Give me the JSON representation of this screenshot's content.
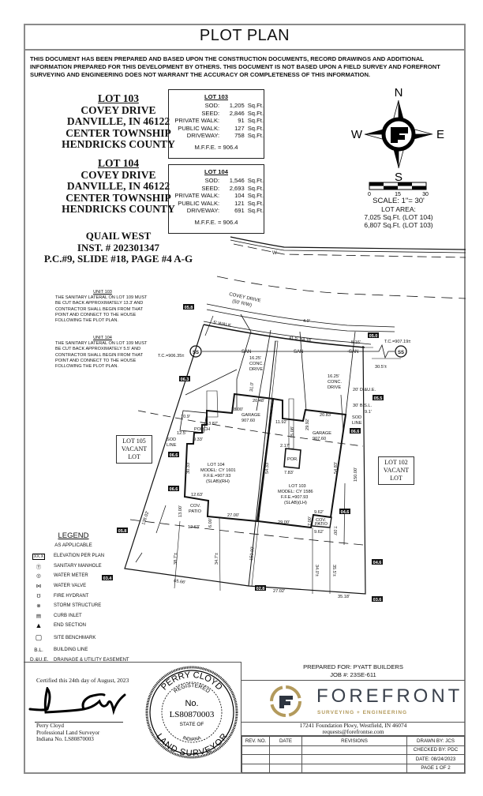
{
  "title": "PLOT PLAN",
  "disclaimer": "THIS DOCUMENT HAS BEEN PREPARED AND BASED UPON THE CONSTRUCTION DOCUMENTS, RECORD DRAWINGS AND ADDITIONAL INFORMATION PREPARED FOR THIS DEVELOPMENT BY OTHERS. THIS DOCUMENT IS NOT BASED UPON A FIELD SURVEY AND FOREFRONT SURVEYING AND ENGINEERING DOES NOT WARRANT THE ACCURACY OR COMPLETENESS OF THIS INFORMATION.",
  "addresses": [
    {
      "lot": "LOT 103",
      "street": "COVEY DRIVE",
      "city": "DANVILLE, IN 46122",
      "township": "CENTER TOWNSHIP",
      "county": "HENDRICKS COUNTY"
    },
    {
      "lot": "LOT 104",
      "street": "COVEY DRIVE",
      "city": "DANVILLE, IN 46122",
      "township": "CENTER TOWNSHIP",
      "county": "HENDRICKS COUNTY"
    }
  ],
  "lot_tables": [
    {
      "title": "LOT 103",
      "unit": "Sq.Ft.",
      "rows": [
        {
          "k": "SOD:",
          "v": "1,205"
        },
        {
          "k": "SEED:",
          "v": "2,846"
        },
        {
          "k": "PRIVATE WALK:",
          "v": "91"
        },
        {
          "k": "PUBLIC WALK:",
          "v": "127"
        },
        {
          "k": "DRIVEWAY:",
          "v": "758"
        }
      ],
      "mffe": "M.F.F.E. = 906.4"
    },
    {
      "title": "LOT 104",
      "unit": "Sq.Ft.",
      "rows": [
        {
          "k": "SOD:",
          "v": "1,546"
        },
        {
          "k": "SEED:",
          "v": "2,693"
        },
        {
          "k": "PRIVATE WALK:",
          "v": "104"
        },
        {
          "k": "PUBLIC WALK:",
          "v": "121"
        },
        {
          "k": "DRIVEWAY:",
          "v": "691"
        }
      ],
      "mffe": "M.F.F.E. = 906.4"
    }
  ],
  "subdivision": {
    "name": "QUAIL WEST",
    "inst": "INST. # 202301347",
    "plat": "P.C.#9, SLIDE #18, PAGE #4 A-G"
  },
  "notes": [
    {
      "title": "UNIT 103",
      "text": "THE SANITARY LATERAL ON LOT 109 MUST BE CUT BACK APPROXIMATELY 13.3' AND CONTRACTOR SHALL BEGIN FROM THAT POINT AND CONNECT TO THE HOUSE FOLLOWING THE PLOT PLAN."
    },
    {
      "title": "UNIT 104",
      "text": "THE SANITARY LATERAL ON LOT 109 MUST BE CUT BACK APPROXIMATELY 5.5' AND CONTRACTOR SHALL BEGIN FROM THAT POINT AND CONNECT TO THE HOUSE FOLLOWING THE PLOT PLAN."
    }
  ],
  "compass": {
    "n": "N",
    "s": "S",
    "e": "E",
    "w": "W"
  },
  "scale": {
    "ticks": [
      "0",
      "15",
      "30"
    ],
    "label": "SCALE:  1\"=  30'",
    "area_title": "LOT AREA:",
    "area_104": "7,025 Sq.Ft. (LOT 104)",
    "area_103": "6,807 Sq.Ft. (LOT 103)"
  },
  "drawing": {
    "road": "COVEY DRIVE",
    "row": "(50' R/W)",
    "walk": "5' WALK",
    "w": "W",
    "san": "SAN",
    "conc_drive": [
      "16.25'",
      "CONC.",
      "DRIVE"
    ],
    "tc_left": "T.C.=906.35±",
    "tc_right": "T.C.=907.19±",
    "ss": "SS",
    "dist_ss": "30.5'±",
    "due": "20' D.&U.E.",
    "bsl": "30' B.S.L.",
    "d91": "9.1'",
    "sod_line": [
      "SOD",
      "LINE"
    ],
    "garage": [
      "GARAGE",
      "907.60"
    ],
    "porch": "PORCH",
    "por": "POR.",
    "lot104": [
      "LOT 104",
      "MODEL: CY 1601",
      "F.F.E.=907.93",
      "(SLAB)(RH)"
    ],
    "lot103": [
      "LOT 103",
      "MODEL: CY 1586",
      "F.F.E.=907.93",
      "(SLAB)(LH)"
    ],
    "patio": [
      "COV.",
      "PATIO"
    ],
    "lot105": [
      "LOT 105",
      "VACANT",
      "LOT"
    ],
    "lot102": [
      "LOT 102",
      "VACANT",
      "LOT"
    ],
    "dims": {
      "d415": "41.5'",
      "d3418": "34.18'",
      "d40": "4.0'",
      "d516": "5.16'",
      "d2048": "20.48'",
      "d1800": "18.00'",
      "d1387": "13.87'",
      "d109": "10.9'",
      "d125": "12.5'",
      "d933": "9.33'",
      "d3033": "30.33'",
      "d5433": "54.33'",
      "d1263a": "12.63'",
      "d1263b": "12.63'",
      "d1300": "13.00'",
      "d600": "6.00'",
      "d2700": "27.00'",
      "d2900": "29.00'",
      "d15000a": "150.00'",
      "d15000b": "150.00'",
      "d13802": "138.02'",
      "d6566": "65.66'",
      "d2702": "27.02'",
      "d3518": "35.18'",
      "d387": "38.7'±",
      "d347": "34.7'±",
      "d340": "34.0'±",
      "d355": "35.5'±",
      "d962a": "9.62'",
      "d962b": "9.62'",
      "d700a": "7.00'",
      "d700b": "7.00'",
      "d2083": "20.83'",
      "d2992": "29.92'",
      "d5483": "54.83'",
      "d1192": "11.92'",
      "d1508": "15.08'",
      "d217": "2.17'",
      "d783": "7.83'",
      "d310": "31.0'"
    },
    "tags": [
      "05.8",
      "06.3",
      "05.0",
      "05.5",
      "06.6",
      "06.6",
      "06.6",
      "05.8",
      "03.4",
      "02.8",
      "04.6",
      "04.6",
      "03.6"
    ]
  },
  "legend": {
    "title": "LEGEND",
    "sub": "AS APPLICABLE",
    "items": [
      {
        "sym": "XX.X",
        "label": "ELEVATION PER PLAN"
      },
      {
        "sym": "SS",
        "label": "SANITARY MANHOLE"
      },
      {
        "sym": "WM",
        "label": "WATER METER"
      },
      {
        "sym": "WV",
        "label": "WATER VALVE"
      },
      {
        "sym": "FH",
        "label": "FIRE HYDRANT"
      },
      {
        "sym": "ST",
        "label": "STORM STRUCTURE"
      },
      {
        "sym": "CI",
        "label": "CURB INLET"
      },
      {
        "sym": "ES",
        "label": "END SECTION"
      },
      {
        "sym": "BM",
        "label": "SITE BENCHMARK"
      },
      {
        "sym": "B.L.",
        "label": "BUILDING LINE"
      },
      {
        "sym": "D.&U.E.",
        "label": "DRAINAGE & UTILITY EASEMENT"
      }
    ]
  },
  "certification": {
    "text": "Certified this 24th day of August, 2023",
    "name": "Perry Cloyd",
    "role": "Professional Land Surveyor",
    "license": "Indiana No. LS80870003"
  },
  "stamp": {
    "top": "PERRY CLOYD",
    "registered": "REGISTERED",
    "no": "No.",
    "number": "LS80870003",
    "state_of": "STATE OF",
    "state": "INDIANA",
    "bottom": "LAND SURVEYOR"
  },
  "title_block": {
    "prepared_for": "PREPARED FOR: PYATT BUILDERS",
    "job": "JOB #: 23SE-611",
    "company": "FOREFRONT",
    "tagline": "SURVEYING + ENGINEERING",
    "address": "17241 Foundation Pkwy, Westfield, IN 46074",
    "email": "requests@forefrontse.com",
    "rev_headers": [
      "REV. NO.",
      "DATE",
      "REVISIONS"
    ],
    "drawn_by": "DRAWN BY: JCS",
    "checked_by": "CHECKED BY: PDC",
    "date": "DATE: 08/24/2023",
    "page": "PAGE 1 OF 2"
  },
  "colors": {
    "gold": "#b39a5c",
    "navy": "#2e3540",
    "frame": "#8a8a8a"
  }
}
